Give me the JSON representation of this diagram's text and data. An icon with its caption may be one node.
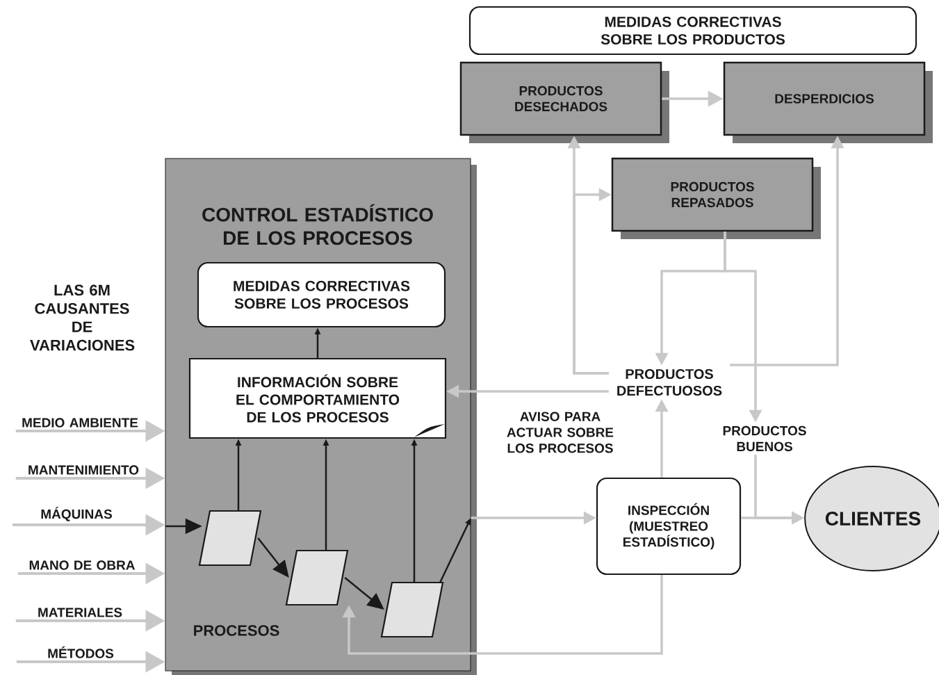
{
  "diagram": {
    "nodes": [
      {
        "text": [
          "MEDIDAS CORRECTIVAS SOBRE LOS PRODUCTOS"
        ]
      },
      {
        "text": [
          "PRODUCTOS DESECHADOS"
        ]
      },
      {
        "text": [
          "DESPERDICIOS"
        ]
      },
      {
        "text": [
          "PRODUCTOS REPASADOS"
        ]
      },
      {
        "text": [
          "CONTROL ESTADÍSTICO DE LOS PROCESOS",
          "PROCESOS"
        ]
      },
      {
        "text": [
          "MEDIDAS CORRECTIVAS SOBRE LOS PROCESOS"
        ],
        "in": 4
      },
      {
        "text": [
          "INFORMACIÓN SOBRE EL COMPORTAMIENTO DE LOS PROCESOS"
        ],
        "in": 4
      },
      {
        "text": [],
        "shape": "parallelogram",
        "in": 4
      },
      {
        "text": [],
        "shape": "parallelogram",
        "in": 4
      },
      {
        "text": [],
        "shape": "parallelogram",
        "in": 4
      },
      {
        "text": [
          "PRODUCTOS DEFECTUOSOS"
        ]
      },
      {
        "text": [
          "PRODUCTOS BUENOS"
        ]
      },
      {
        "text": [
          "INSPECCIÓN (MUESTREO ESTADÍSTICO)"
        ]
      },
      {
        "text": [
          "CLIENTES"
        ]
      },
      {
        "text": [
          "MEDIO AMBIENTE"
        ]
      },
      {
        "text": [
          "MANTENIMIENTO"
        ]
      },
      {
        "text": [
          "MÁQUINAS"
        ]
      },
      {
        "text": [
          "MANO DE OBRA"
        ]
      },
      {
        "text": [
          "MATERIALES"
        ]
      },
      {
        "text": [
          "MÉTODOS"
        ]
      }
    ],
    "edges": [
      {
        "from": 1,
        "to": 2,
        "arrow": "to"
      },
      {
        "from": 10,
        "to": 1,
        "arrow": "to"
      },
      {
        "from": 10,
        "to": 3,
        "arrow": "to"
      },
      {
        "from": 10,
        "to": 2,
        "arrow": "to"
      },
      {
        "from": 3,
        "to": 10,
        "arrow": "to"
      },
      {
        "from": 3,
        "to": 11,
        "arrow": "to"
      },
      {
        "from": 10,
        "to": 6,
        "arrow": "to",
        "label": "AVISO PARA ACTUAR SOBRE LOS PROCESOS"
      },
      {
        "from": 12,
        "to": 10,
        "arrow": "to"
      },
      {
        "from": 12,
        "to": 8,
        "arrow": "to"
      },
      {
        "from": 11,
        "to": 13,
        "arrow": "to"
      },
      {
        "from": 12,
        "to": 13,
        "arrow": "to"
      },
      {
        "from": 4,
        "to": 12,
        "arrow": "to"
      },
      {
        "from": 14,
        "to": 4,
        "arrow": "to"
      },
      {
        "from": 15,
        "to": 4,
        "arrow": "to"
      },
      {
        "from": 16,
        "to": 4,
        "arrow": "to"
      },
      {
        "from": 17,
        "to": 4,
        "arrow": "to"
      },
      {
        "from": 18,
        "to": 4,
        "arrow": "to"
      },
      {
        "from": 19,
        "to": 4,
        "arrow": "to"
      },
      {
        "from": 7,
        "to": 6,
        "arrow": "to",
        "color": "#1a1a1a"
      },
      {
        "from": 8,
        "to": 6,
        "arrow": "to",
        "color": "#1a1a1a"
      },
      {
        "from": 9,
        "to": 6,
        "arrow": "to",
        "color": "#1a1a1a"
      },
      {
        "from": 7,
        "to": 8,
        "arrow": "to",
        "color": "#1a1a1a"
      },
      {
        "from": 8,
        "to": 9,
        "arrow": "to",
        "color": "#1a1a1a"
      },
      {
        "from": 9,
        "to": 4,
        "arrow": "to",
        "color": "#1a1a1a"
      },
      {
        "from": 6,
        "to": 5,
        "arrow": "to",
        "color": "#1a1a1a"
      },
      {
        "from": null,
        "to": 7,
        "arrow": "to",
        "color": "#1a1a1a"
      }
    ],
    "labels": [
      "LAS 6M CAUSANTES DE VARIACIONES"
    ]
  }
}
